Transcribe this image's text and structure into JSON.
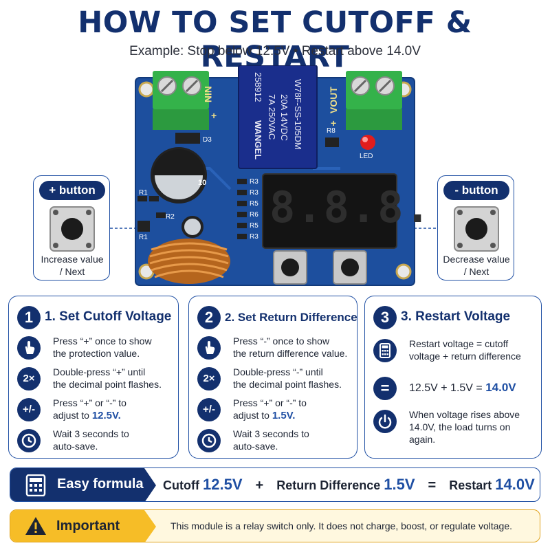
{
  "header": {
    "title": "HOW TO SET CUTOFF & RESTART",
    "subtitle": "Example: Stop below 12.5V • Restart above 14.0V"
  },
  "board": {
    "nin_label": "NIN",
    "vout_label": "VOUT",
    "plus": "+",
    "relay_brand": "WANGEL",
    "relay_code": "258912",
    "relay_line1": "7A 250VAC",
    "relay_line2": "20A 14VDC",
    "relay_model": "W78F-SS-105DM",
    "display": "8.8.8.",
    "labels": {
      "d3": "D3",
      "r8": "R8",
      "led": "LED",
      "r1": "R1",
      "r2": "R2",
      "r1b": "R1",
      "r3": "R3",
      "r4": "R3",
      "r5": "R5",
      "r6": "R6",
      "r7": "R5",
      "r9": "R3",
      "cap": "10"
    }
  },
  "left_card": {
    "badge": "+ button",
    "caption_line1": "Increase value",
    "caption_line2": "/ Next"
  },
  "right_card": {
    "badge": "- button",
    "caption_line1": "Decrease value",
    "caption_line2": "/ Next"
  },
  "steps": [
    {
      "number": "1",
      "title": "1. Set Cutoff Voltage",
      "rows": [
        {
          "icon": "hand-pointer-icon",
          "icon_text": "",
          "line1": "Press “+” once to show",
          "line2": "the protection value.",
          "value": ""
        },
        {
          "icon": "double-press-icon",
          "icon_text": "2×",
          "line1": "Double-press “+” until",
          "line2": "the decimal point flashes.",
          "value": ""
        },
        {
          "icon": "plus-minus-icon",
          "icon_text": "+/-",
          "line1": "Press “+” or “-” to",
          "line2": "adjust to ",
          "value": "12.5V."
        },
        {
          "icon": "clock-icon",
          "icon_text": "",
          "line1": "Wait 3 seconds to",
          "line2": "auto-save.",
          "value": ""
        }
      ]
    },
    {
      "number": "2",
      "title": "2. Set Return Difference",
      "rows": [
        {
          "icon": "hand-pointer-icon",
          "icon_text": "",
          "line1": "Press “-” once to show",
          "line2": "the return difference value.",
          "value": ""
        },
        {
          "icon": "double-press-icon",
          "icon_text": "2×",
          "line1": "Double-press “-” until",
          "line2": "the decimal point flashes.",
          "value": ""
        },
        {
          "icon": "plus-minus-icon",
          "icon_text": "+/-",
          "line1": "Press “+” or “-” to",
          "line2": "adjust to ",
          "value": "1.5V."
        },
        {
          "icon": "clock-icon",
          "icon_text": "",
          "line1": "Wait 3 seconds to",
          "line2": "auto-save.",
          "value": ""
        }
      ]
    },
    {
      "number": "3",
      "title": "3. Restart Voltage",
      "rows": [
        {
          "icon": "calculator-icon",
          "icon_text": "",
          "line1": "Restart voltage = cutoff",
          "line2": "voltage + return difference",
          "line3": ""
        },
        {
          "icon": "equals-icon",
          "icon_text": "=",
          "line1": "12.5V + 1.5V = ",
          "value": "14.0V"
        },
        {
          "icon": "power-icon",
          "icon_text": "",
          "line1": "When voltage rises above",
          "line2": "14.0V, the load turns on",
          "line3": "again."
        }
      ]
    }
  ],
  "formula": {
    "label": "Easy formula",
    "cutoff_label": "Cutoff",
    "cutoff_value": "12.5V",
    "plus": "+",
    "diff_label": "Return Difference",
    "diff_value": "1.5V",
    "equals": "=",
    "restart_label": "Restart",
    "restart_value": "14.0V"
  },
  "important": {
    "label": "Important",
    "message": "This module is a relay switch only. It does not charge, boost, or regulate voltage."
  },
  "colors": {
    "navy": "#13306e",
    "blue_text": "#1f4fa3",
    "pcb": "#1d4f9e",
    "terminal_green": "#34b24a",
    "warning_yellow": "#f6bd27",
    "display_red": "#ff2a2a"
  }
}
